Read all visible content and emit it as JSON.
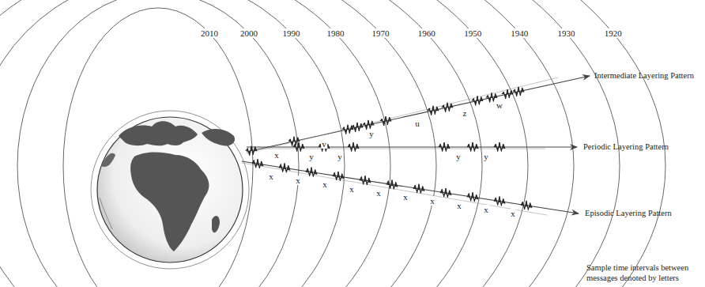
{
  "diagram": {
    "caption": "Sample time intervals between messages denoted by letters",
    "labels": [
      "2010",
      "2000",
      "1990",
      "1980",
      "1970",
      "1960",
      "1950",
      "1940",
      "1930",
      "1920",
      "Intermediate Layering Pattern",
      "Periodic Layering Pattern",
      "Episodic Layering Pattern",
      "x",
      "v",
      "y",
      "u",
      "z",
      "w",
      "y",
      "y",
      "y",
      "y",
      "x",
      "x",
      "x",
      "x",
      "x",
      "x",
      "x",
      "x",
      "x",
      "x"
    ]
  }
}
